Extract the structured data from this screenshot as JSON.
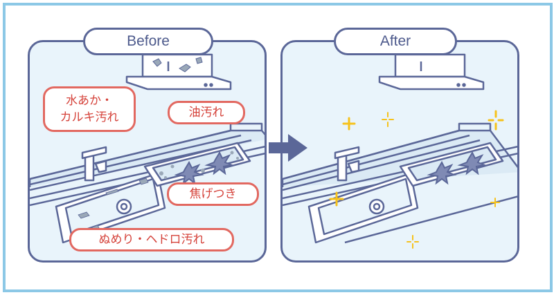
{
  "before": {
    "title": "Before",
    "labels": {
      "water_scale": "水あか・\nカルキ汚れ",
      "oil": "油汚れ",
      "scorch": "焦げつき",
      "slime": "ぬめり・ヘドロ汚れ"
    }
  },
  "after": {
    "title": "After"
  },
  "colors": {
    "frame": "#8cc8e6",
    "outline": "#5b6798",
    "panel_bg": "#e9f4fb",
    "label_border": "#e26860",
    "label_text": "#d5423a",
    "sparkle": "#f6c21b"
  }
}
